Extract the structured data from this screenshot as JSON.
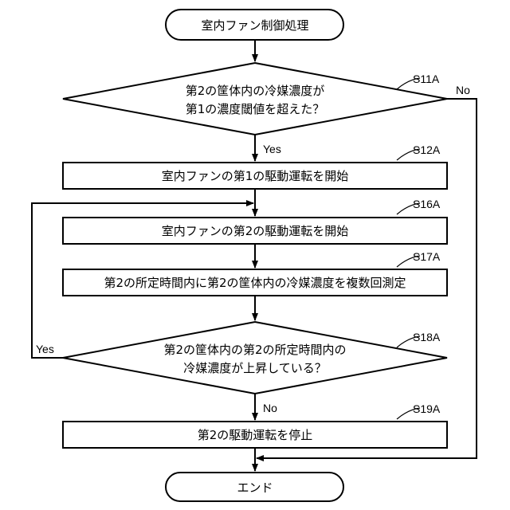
{
  "diagram": {
    "start": "室内ファン制御処理",
    "end": "エンド",
    "steps": {
      "s11a": {
        "id": "S11A",
        "lines": [
          "第2の筐体内の冷媒濃度が",
          "第1の濃度閾値を超えた？"
        ],
        "yes": "Yes",
        "no": "No"
      },
      "s12a": {
        "id": "S12A",
        "text": "室内ファンの第1の駆動運転を開始"
      },
      "s16a": {
        "id": "S16A",
        "text": "室内ファンの第2の駆動運転を開始"
      },
      "s17a": {
        "id": "S17A",
        "text": "第2の所定時間内に第2の筐体内の冷媒濃度を複数回測定"
      },
      "s18a": {
        "id": "S18A",
        "lines": [
          "第2の筐体内の第2の所定時間内の",
          "冷媒濃度が上昇している？"
        ],
        "yes": "Yes",
        "no": "No"
      },
      "s19a": {
        "id": "S19A",
        "text": "第2の駆動運転を停止"
      }
    }
  }
}
